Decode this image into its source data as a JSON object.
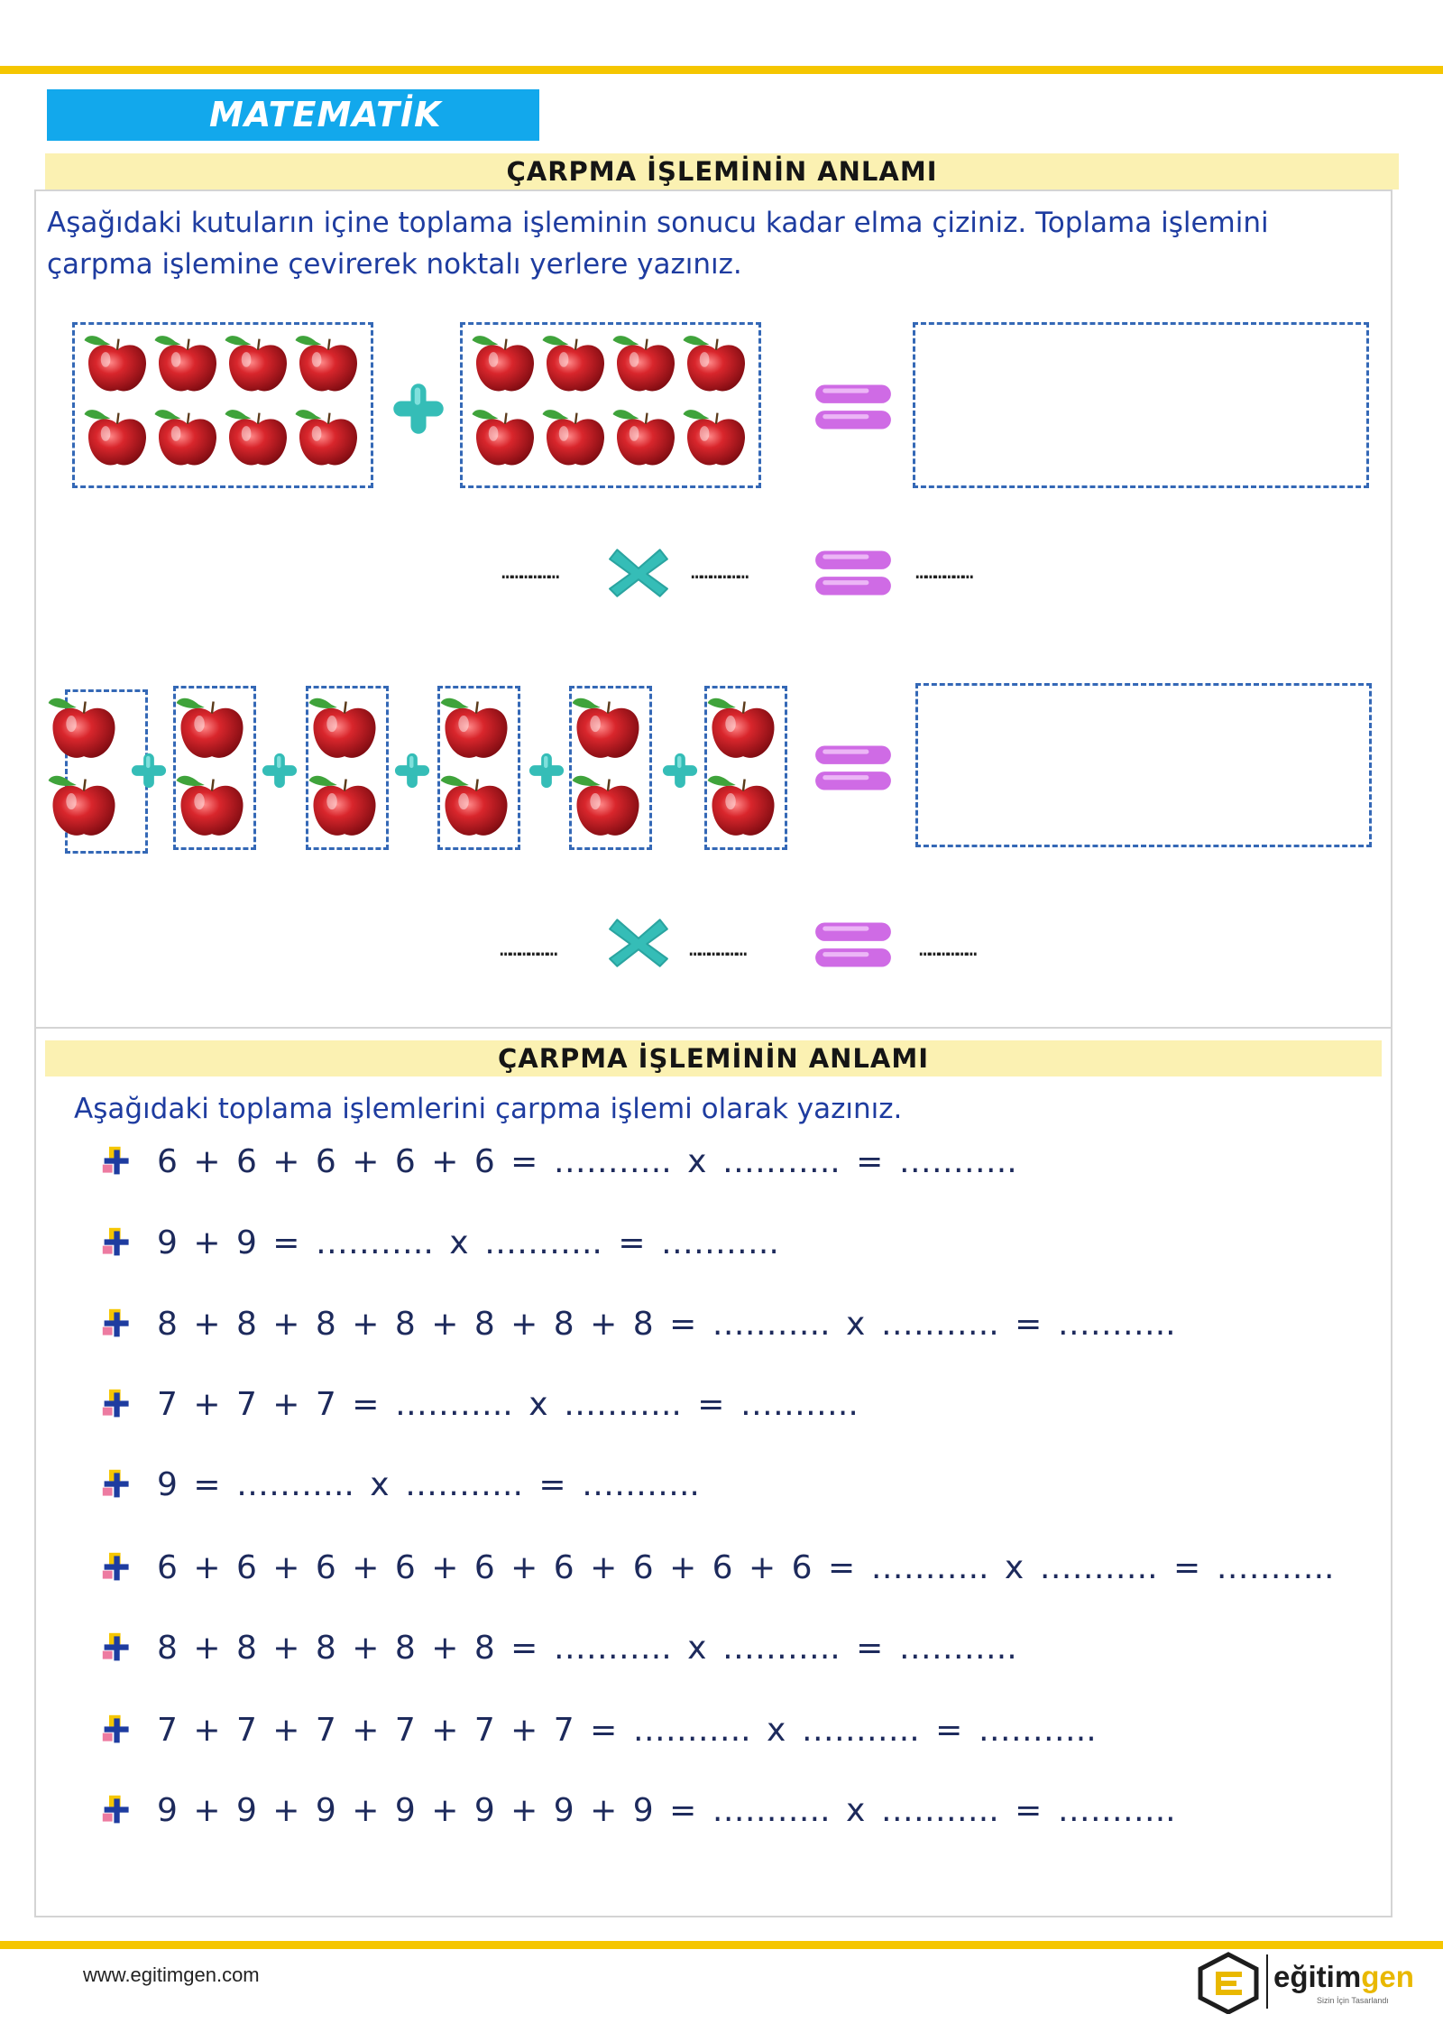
{
  "header": {
    "subject": "MATEMATİK"
  },
  "section1": {
    "title": "ÇARPMA İŞLEMİNİN ANLAMI",
    "instruction": "Aşağıdaki kutuların içine toplama işleminin sonucu kadar elma çiziniz. Toplama işlemini çarpma işlemine çevirerek noktalı yerlere yazınız.",
    "blank": "………………"
  },
  "section2": {
    "title": "ÇARPMA İŞLEMİNİN ANLAMI",
    "instruction": "Aşağıdaki toplama işlemlerini çarpma işlemi olarak yazınız.",
    "rows": [
      "6 + 6 + 6 + 6 + 6 = ……….. x ……….. = ………..",
      "9 + 9 = ……….. x ……….. = ………..",
      "8 + 8 + 8 + 8 + 8 + 8 + 8 = ……….. x ……….. = ………..",
      "7 + 7 + 7 = ……….. x ……….. = ………..",
      "9 = ……….. x ……….. = ………..",
      "6 + 6 + 6 + 6 + 6 + 6 + 6 + 6 + 6 = ……….. x ……….. = ………..",
      "8 + 8 + 8 + 8 + 8 = ……….. x ……….. = ………..",
      "7 + 7 + 7 + 7 + 7 + 7 = ……….. x ……….. = ………..",
      "9 + 9 + 9 + 9 + 9 + 9 + 9 = ……….. x ……….. = ……….."
    ]
  },
  "footer": {
    "url": "www.egitimgen.com",
    "brand_main": "eğitim",
    "brand_accent": "gen",
    "tagline": "Sizin İçin Tasarlandı"
  },
  "colors": {
    "accent_yellow": "#f5c600",
    "header_blue": "#12a8ec",
    "band": "#fbf1b2",
    "plus": "#35bdb7",
    "equals": "#cf6be5",
    "dash": "#3468b6",
    "apple": "#c01a22"
  }
}
